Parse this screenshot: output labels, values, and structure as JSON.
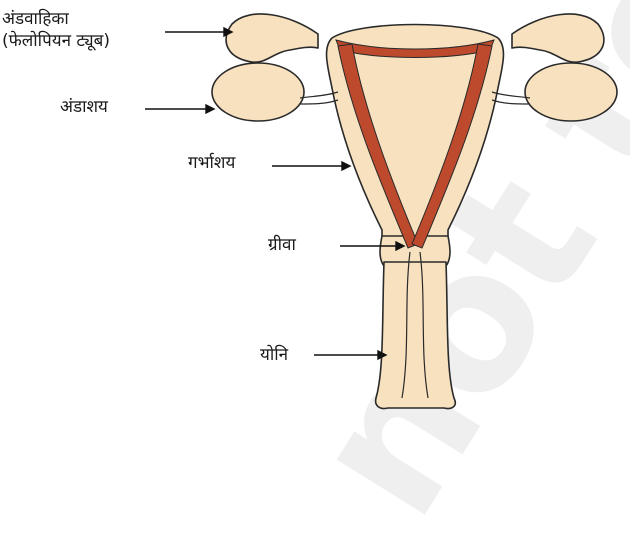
{
  "labels": {
    "oviduct_line1": "अंडवाहिका",
    "oviduct_line2": "(फेलोपियन ट्यूब)",
    "ovary": "अंडाशय",
    "uterus": "गर्भाशय",
    "cervix": "ग्रीवा",
    "vagina": "योनि"
  },
  "watermark": "not to",
  "colors": {
    "tissue_fill": "#f7e1bf",
    "lining": "#bd4a2c",
    "outline": "#2a2a2a"
  }
}
